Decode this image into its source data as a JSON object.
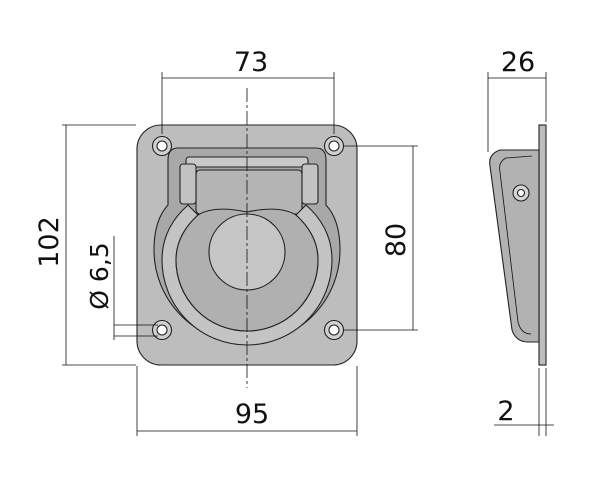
{
  "drawing": {
    "dimensions": {
      "hole_spacing_horizontal": "73",
      "plate_width": "95",
      "plate_height": "102",
      "hole_spacing_vertical": "80",
      "hole_diameter": "Ø 6,5",
      "side_depth": "26",
      "plate_thickness": "2"
    },
    "colors": {
      "plate_fill": "#bdbdbd",
      "recess_fill": "#a9a9a9",
      "hole_fill": "#ffffff",
      "line": "#111111"
    }
  }
}
